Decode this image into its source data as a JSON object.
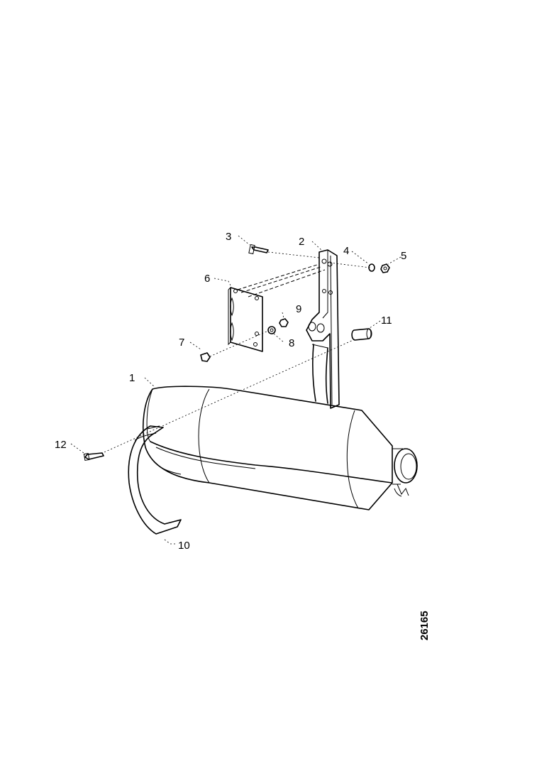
{
  "diagram": {
    "reference_number": "26165",
    "callouts": [
      {
        "id": "1",
        "label": "1"
      },
      {
        "id": "2",
        "label": "2"
      },
      {
        "id": "3",
        "label": "3"
      },
      {
        "id": "4",
        "label": "4"
      },
      {
        "id": "5",
        "label": "5"
      },
      {
        "id": "6",
        "label": "6"
      },
      {
        "id": "7",
        "label": "7"
      },
      {
        "id": "8",
        "label": "8"
      },
      {
        "id": "9",
        "label": "9"
      },
      {
        "id": "10",
        "label": "10"
      },
      {
        "id": "11",
        "label": "11"
      },
      {
        "id": "12",
        "label": "12"
      }
    ]
  }
}
